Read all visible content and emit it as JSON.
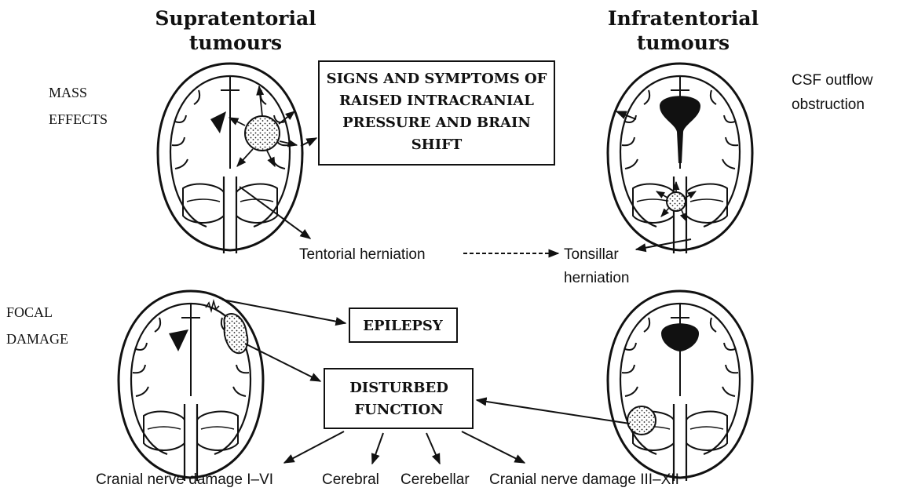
{
  "headings": {
    "supra_line1": "Supratentorial",
    "supra_line2": "tumours",
    "infra_line1": "Infratentorial",
    "infra_line2": "tumours"
  },
  "side_labels": {
    "mass_line1": "MASS",
    "mass_line2": "EFFECTS",
    "focal_line1": "FOCAL",
    "focal_line2": "DAMAGE"
  },
  "boxes": {
    "raised_icp": [
      "SIGNS AND SYMPTOMS OF",
      "RAISED INTRACRANIAL",
      "PRESSURE AND BRAIN",
      "SHIFT"
    ],
    "epilepsy": "EPILEPSY",
    "disturbed": [
      "DISTURBED",
      "FUNCTION"
    ]
  },
  "labels": {
    "csf_line1": "CSF outflow",
    "csf_line2": "obstruction",
    "tentorial": "Tentorial herniation",
    "tonsillar_line1": "Tonsillar",
    "tonsillar_line2": "herniation"
  },
  "outcomes": {
    "cn_upper": "Cranial nerve damage I–VI",
    "cerebral": "Cerebral",
    "cerebellar": "Cerebellar",
    "cn_lower": "Cranial nerve damage III–XII"
  }
}
